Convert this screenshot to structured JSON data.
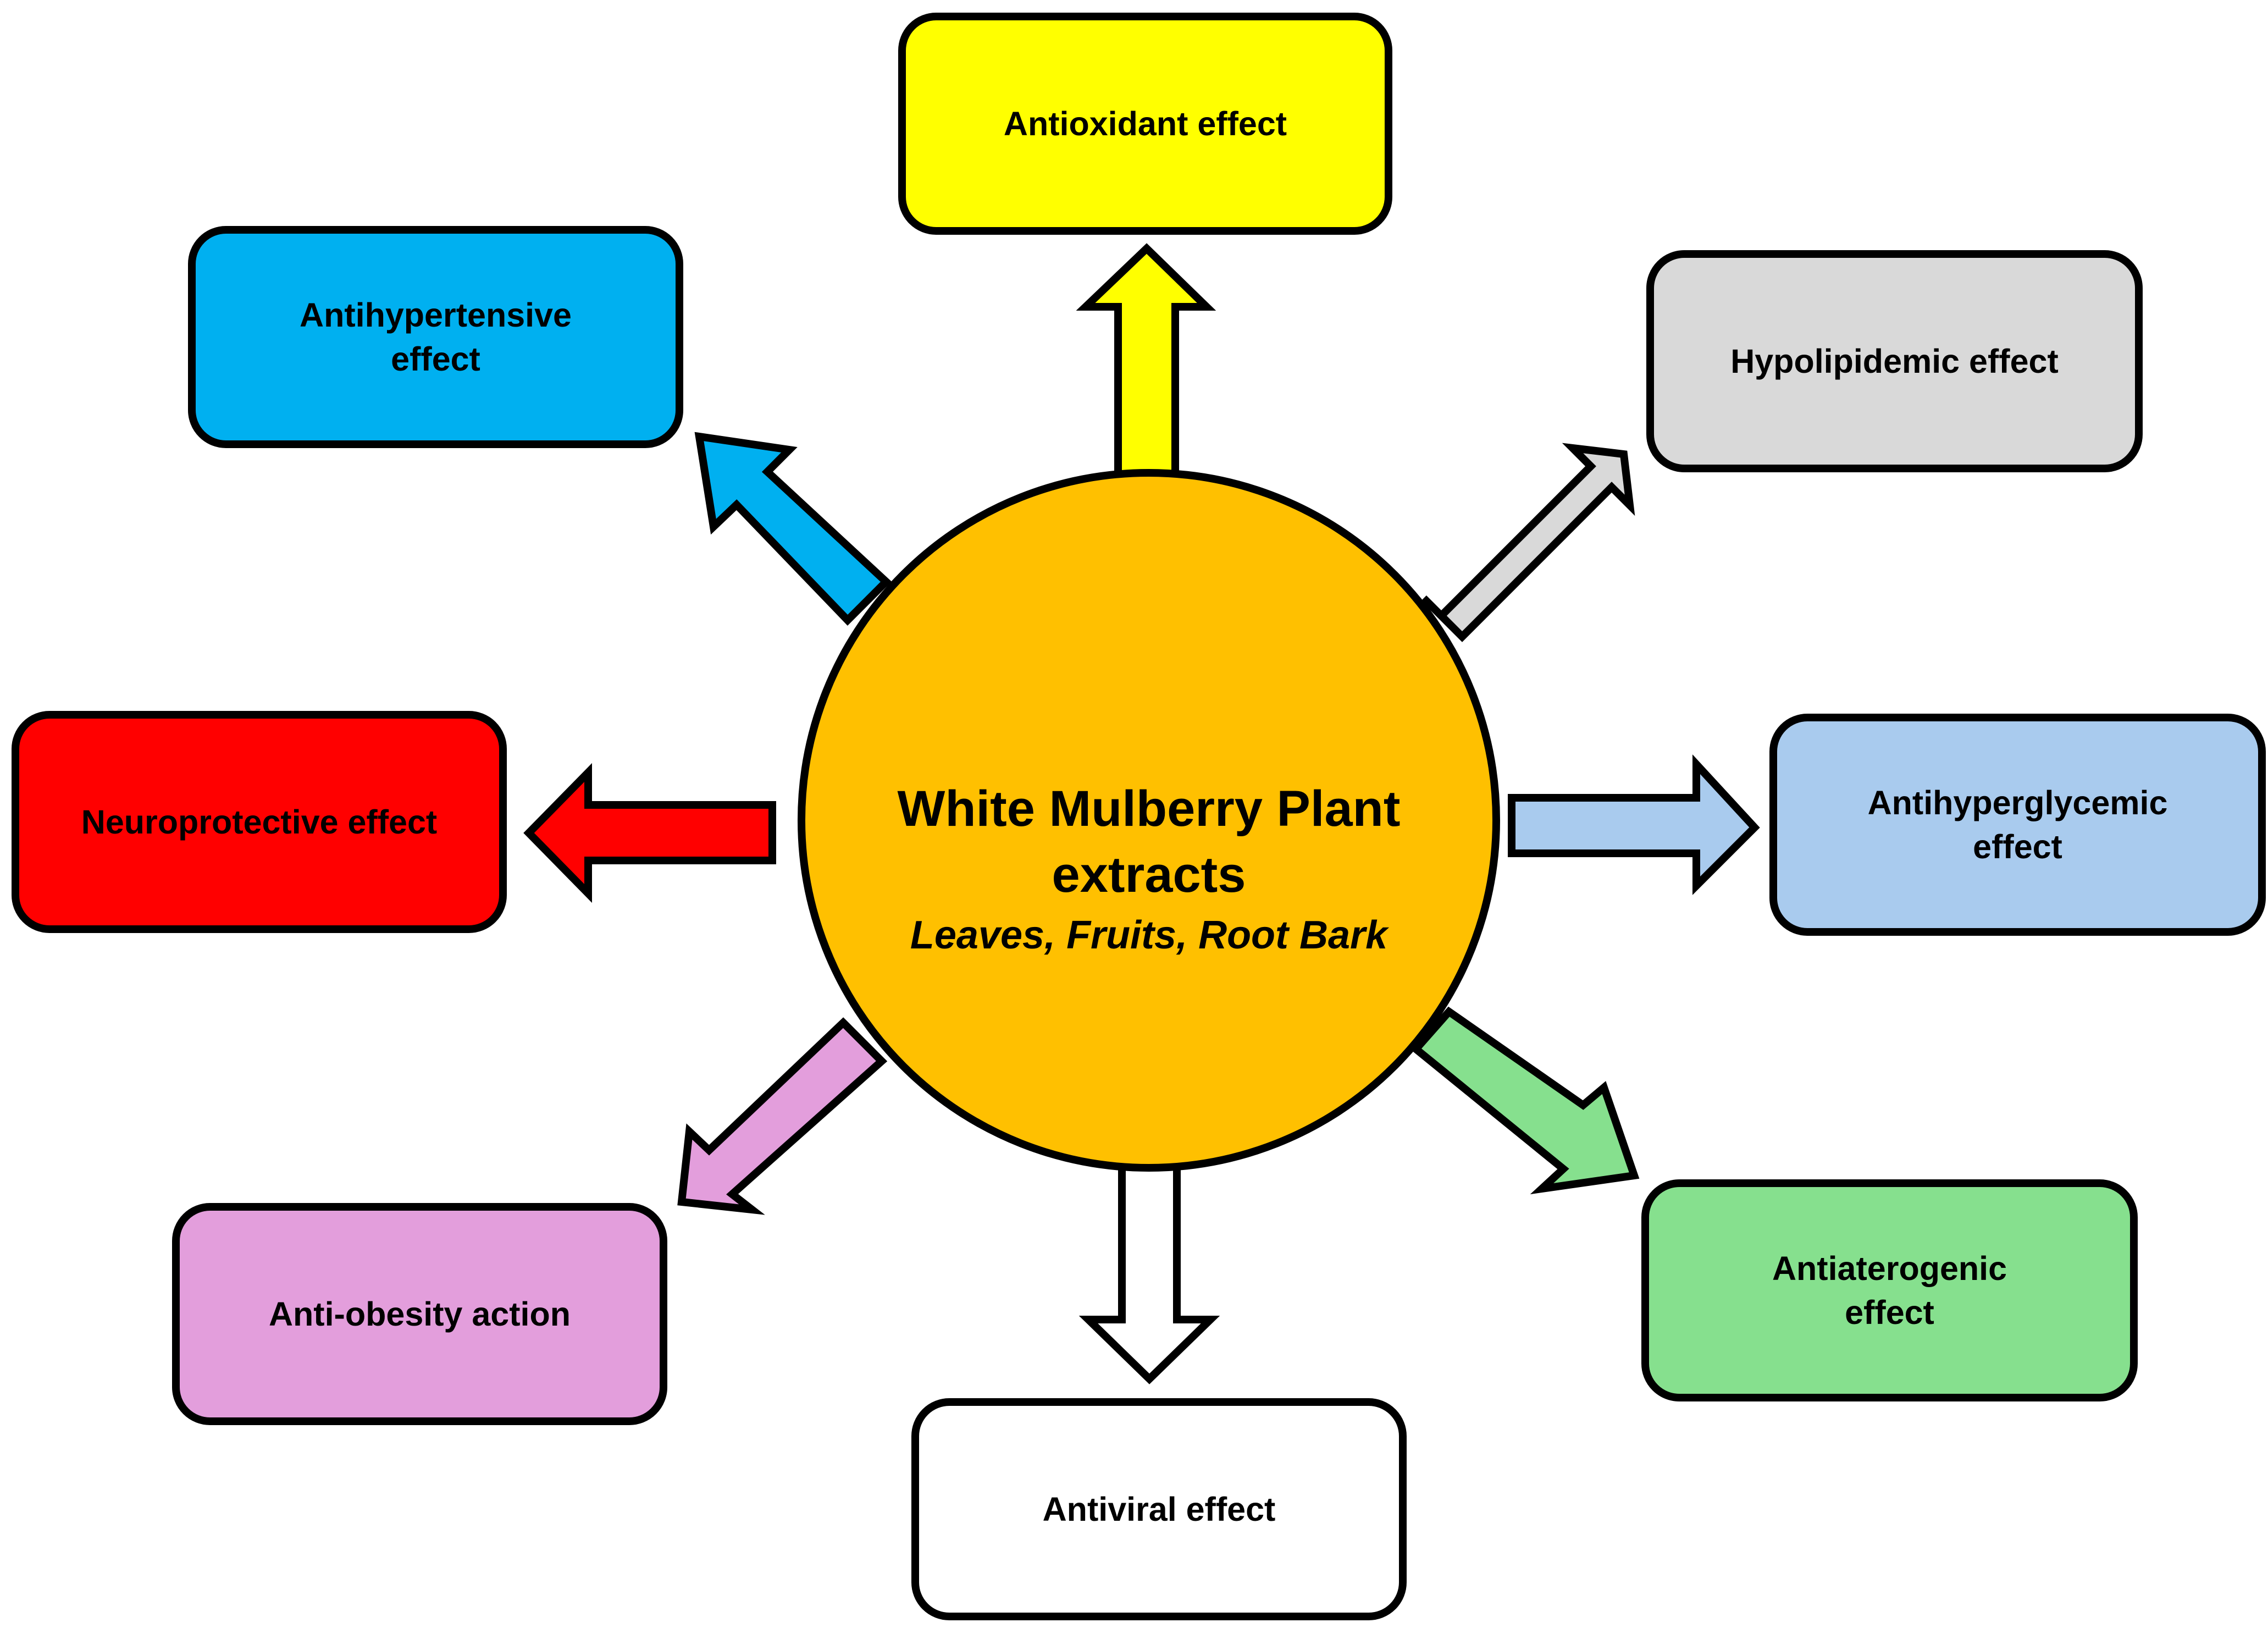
{
  "center": {
    "title_line1": "White Mulberry Plant",
    "title_line2": "extracts",
    "subtitle": "Leaves, Fruits, Root Bark",
    "color": "#FFC000"
  },
  "effects": [
    {
      "id": "antioxidant",
      "lines": [
        "Antioxidant  effect"
      ],
      "color": "#FFFF00"
    },
    {
      "id": "hypolipidemic",
      "lines": [
        "Hypolipidemic  effect"
      ],
      "color": "#D9D9D9"
    },
    {
      "id": "antihyperglycemic",
      "lines": [
        "Antihyperglycemic",
        "effect"
      ],
      "color": "#A9CBEE"
    },
    {
      "id": "antiaterogenic",
      "lines": [
        "Antiaterogenic",
        "effect"
      ],
      "color": "#86E08E"
    },
    {
      "id": "antiviral",
      "lines": [
        "Antiviral effect"
      ],
      "color": "#FFFFFF"
    },
    {
      "id": "anti-obesity",
      "lines": [
        "Anti-obesity  action"
      ],
      "color": "#E39EDC"
    },
    {
      "id": "neuroprotective",
      "lines": [
        "Neuroprotective effect"
      ],
      "color": "#FF0000"
    },
    {
      "id": "antihypertensive",
      "lines": [
        "Antihypertensive",
        "effect"
      ],
      "color": "#00B0F0"
    }
  ]
}
